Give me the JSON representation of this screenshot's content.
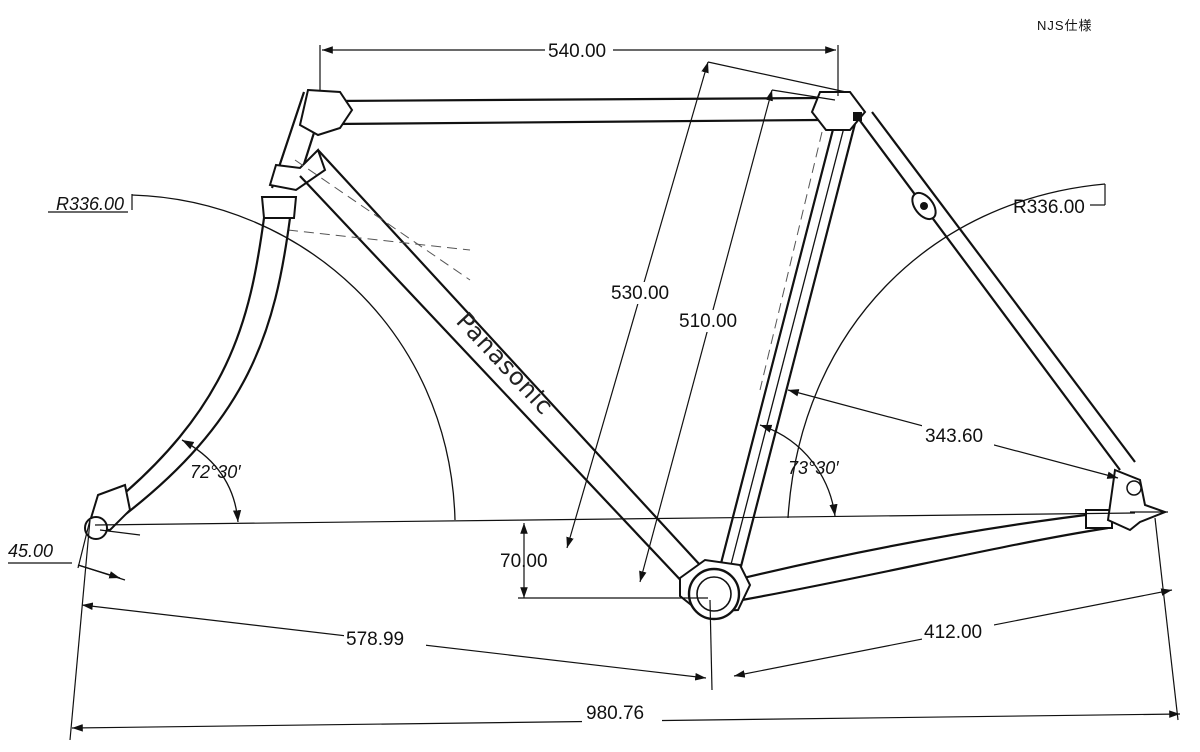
{
  "spec_note": "NJS仕様",
  "brand": "Panasonic",
  "dimensions": {
    "top_tube": "540.00",
    "seat_tube_ct": "530.00",
    "seat_tube_cc": "510.00",
    "radius_front": "R336.00",
    "radius_rear": "R336.00",
    "head_angle": "72°30′",
    "seat_angle": "73°30′",
    "rear_center": "343.60",
    "fork_offset": "45.00",
    "bb_drop": "70.00",
    "front_center": "578.99",
    "chainstay": "412.00",
    "wheelbase": "980.76"
  }
}
